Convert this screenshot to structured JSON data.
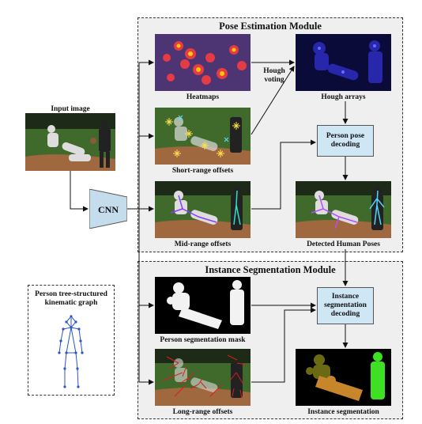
{
  "modules": {
    "pose_title": "Pose Estimation Module",
    "seg_title": "Instance Segmentation Module"
  },
  "labels": {
    "input_image": "Input image",
    "heatmaps": "Heatmaps",
    "hough_voting_1": "Hough",
    "hough_voting_2": "voting",
    "hough_arrays": "Hough arrays",
    "short_range": "Short-range offsets",
    "mid_range": "Mid-range offsets",
    "detected_poses": "Detected Human Poses",
    "seg_mask": "Person segmentation mask",
    "long_range": "Long-range offsets",
    "instance_seg": "Instance segmentation",
    "graph_title_1": "Person tree-structured",
    "graph_title_2": "kinematic graph"
  },
  "boxes": {
    "cnn": "CNN",
    "pose_decoding_1": "Person pose",
    "pose_decoding_2": "decoding",
    "seg_decoding_1": "Instance",
    "seg_decoding_2": "segmentation",
    "seg_decoding_3": "decoding"
  },
  "colors": {
    "module_bg": "#efefef",
    "box_fill": "#cfe6f5",
    "cnn_fill": "#c5dced",
    "field_green": "#3f6a2c",
    "dirt": "#a0683e",
    "heat": "#ff3d3d",
    "hough_blue": "#2b2bb8",
    "offset_red": "#e01a1a",
    "skeleton_blue": "#2a55c8"
  }
}
